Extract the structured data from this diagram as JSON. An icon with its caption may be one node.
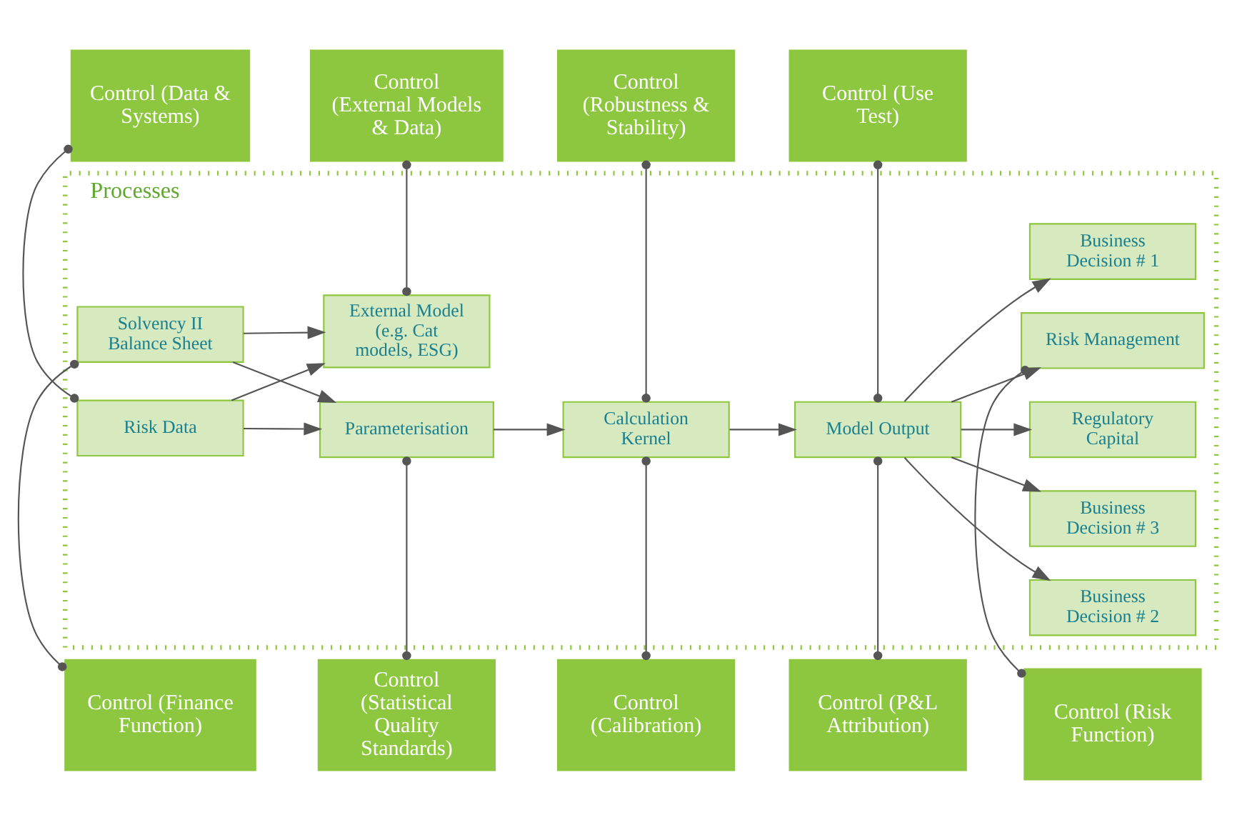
{
  "diagram": {
    "nodes": [
      {
        "text": [
          "Control (Finance Function)"
        ]
      },
      {
        "text": [
          "Control (Statistical Quality Standards)"
        ]
      },
      {
        "text": [
          "Control (Calibration)"
        ]
      },
      {
        "text": [
          "Control (P&L Attribution)"
        ]
      },
      {
        "text": [
          "Control (Risk Function)"
        ]
      },
      {
        "text": [
          "Processes"
        ]
      },
      {
        "text": [
          "Solvency II Balance Sheet"
        ],
        "in": 5
      },
      {
        "text": [
          "Risk Data"
        ],
        "in": 5
      },
      {
        "text": [
          "Parameterisation"
        ],
        "in": 5
      },
      {
        "text": [
          "External Model (e.g. Cat models, ESG)"
        ],
        "in": 5
      },
      {
        "text": [
          "Calculation Kernel"
        ],
        "in": 5
      },
      {
        "text": [
          "Model Output"
        ],
        "in": 5
      },
      {
        "text": [
          "Risk Management"
        ],
        "in": 5
      },
      {
        "text": [
          "Business Decision # 1"
        ],
        "in": 5
      },
      {
        "text": [
          "Business Decision # 2"
        ],
        "in": 5
      },
      {
        "text": [
          "Business Decision # 3"
        ],
        "in": 5
      },
      {
        "text": [
          "Regulatory Capital"
        ],
        "in": 5
      },
      {
        "text": [
          "Control (Data & Systems)"
        ]
      },
      {
        "text": [
          "Control (External Models & Data)"
        ]
      },
      {
        "text": [
          "Control (Robustness & Stability)"
        ]
      },
      {
        "text": [
          "Control (Use Test)"
        ]
      }
    ],
    "edges": [
      {
        "from": 0,
        "to": 6,
        "arrow": "other"
      },
      {
        "from": 1,
        "to": 8,
        "arrow": "other"
      },
      {
        "from": 2,
        "to": 10,
        "arrow": "other"
      },
      {
        "from": 3,
        "to": 11,
        "arrow": "other"
      },
      {
        "from": 4,
        "to": 12,
        "arrow": "other"
      },
      {
        "from": 6,
        "to": 8,
        "arrow": "to"
      },
      {
        "from": 6,
        "to": 9,
        "arrow": "to"
      },
      {
        "from": 7,
        "to": 8,
        "arrow": "to"
      },
      {
        "from": 7,
        "to": 9,
        "arrow": "to"
      },
      {
        "from": 8,
        "to": 10,
        "arrow": "to"
      },
      {
        "from": 10,
        "to": 11,
        "arrow": "to"
      },
      {
        "from": 11,
        "to": 12,
        "arrow": "to"
      },
      {
        "from": 11,
        "to": 13,
        "arrow": "to"
      },
      {
        "from": 11,
        "to": 14,
        "arrow": "to"
      },
      {
        "from": 11,
        "to": 15,
        "arrow": "to"
      },
      {
        "from": 11,
        "to": 16,
        "arrow": "to"
      },
      {
        "from": 17,
        "to": 7,
        "arrow": "other"
      },
      {
        "from": 18,
        "to": 9,
        "arrow": "other"
      },
      {
        "from": 19,
        "to": 10,
        "arrow": "other"
      },
      {
        "from": 20,
        "to": 11,
        "arrow": "other"
      }
    ]
  }
}
